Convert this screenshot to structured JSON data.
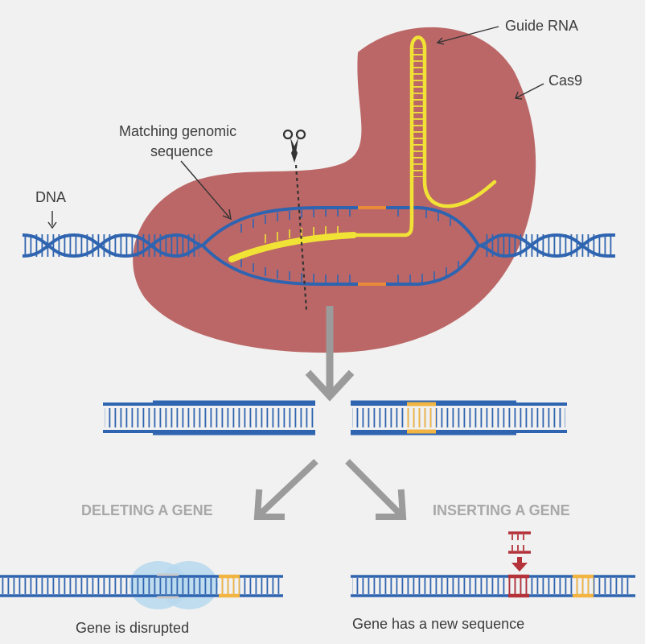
{
  "labels": {
    "guide_rna": "Guide RNA",
    "cas9": "Cas9",
    "matching_line1": "Matching genomic",
    "matching_line2": "sequence",
    "dna": "DNA",
    "deleting": "DELETING A GENE",
    "inserting": "INSERTING A GENE",
    "disrupted": "Gene is disrupted",
    "new_sequence": "Gene has a new sequence"
  },
  "colors": {
    "background": "#f0f1f0",
    "dna_strand": "#2f64b0",
    "guide_rna": "#f1e335",
    "cas9_protein": "#bc6767",
    "target_highlight": "#e88a3a",
    "gene_mark": "#f2b544",
    "inserted_dna": "#b4323a",
    "arrow": "#9b9b9b",
    "repair_blob": "#b7d8ee"
  },
  "icons": {
    "scissors": "scissors-icon"
  }
}
